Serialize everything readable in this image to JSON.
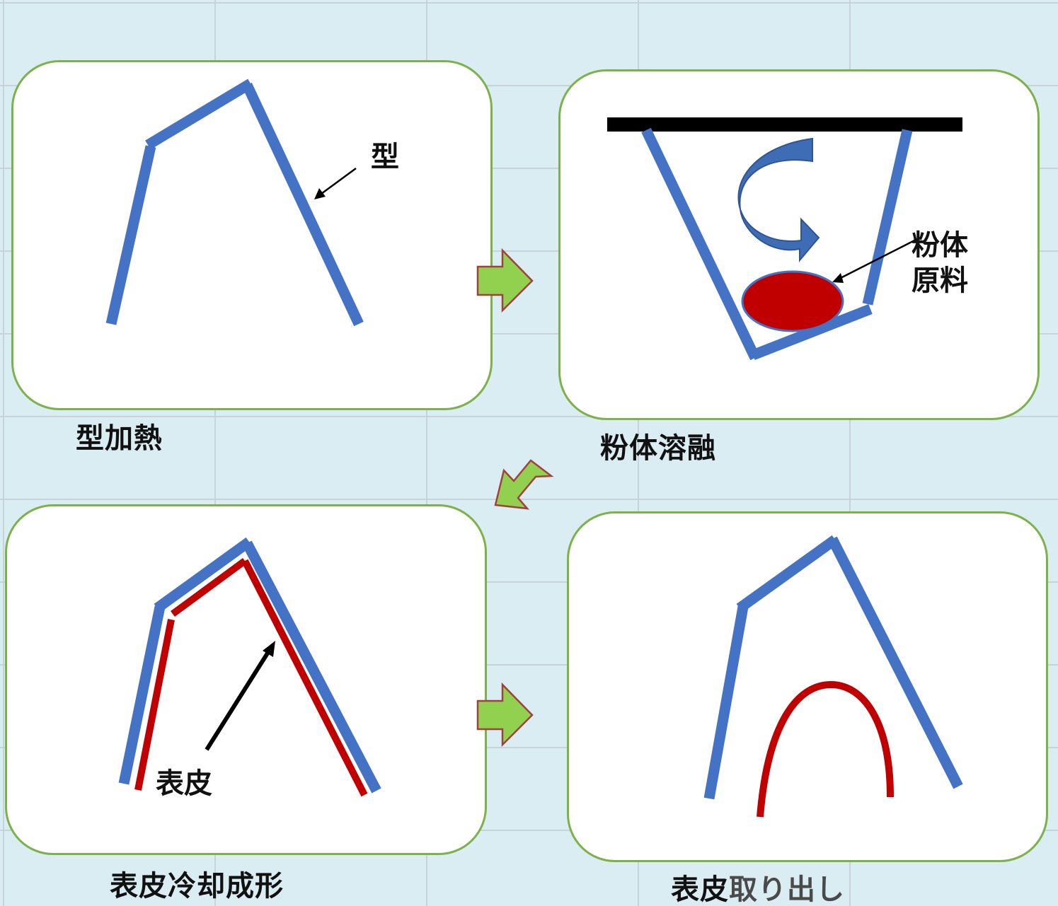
{
  "steps": [
    {
      "label": "型加熱",
      "annotation": "型"
    },
    {
      "label": "粉体溶融",
      "annotation_line1": "粉体",
      "annotation_line2": "原料"
    },
    {
      "label": "表皮冷却成形",
      "annotation": "表皮"
    },
    {
      "label_part1": "表皮",
      "label_part2": "取り出し"
    }
  ],
  "colors": {
    "mold": "#4472c4",
    "skin": "#c00000",
    "arrow_fill": "#92d050",
    "arrow_border": "#a0413e",
    "panel_border": "#7db24a",
    "background": "#daedf3",
    "top_bar": "#000000"
  },
  "icons": [
    "flow-arrow-right",
    "flow-arrow-down-left",
    "rotation-arrow-icon",
    "pointer-arrow-icon"
  ]
}
